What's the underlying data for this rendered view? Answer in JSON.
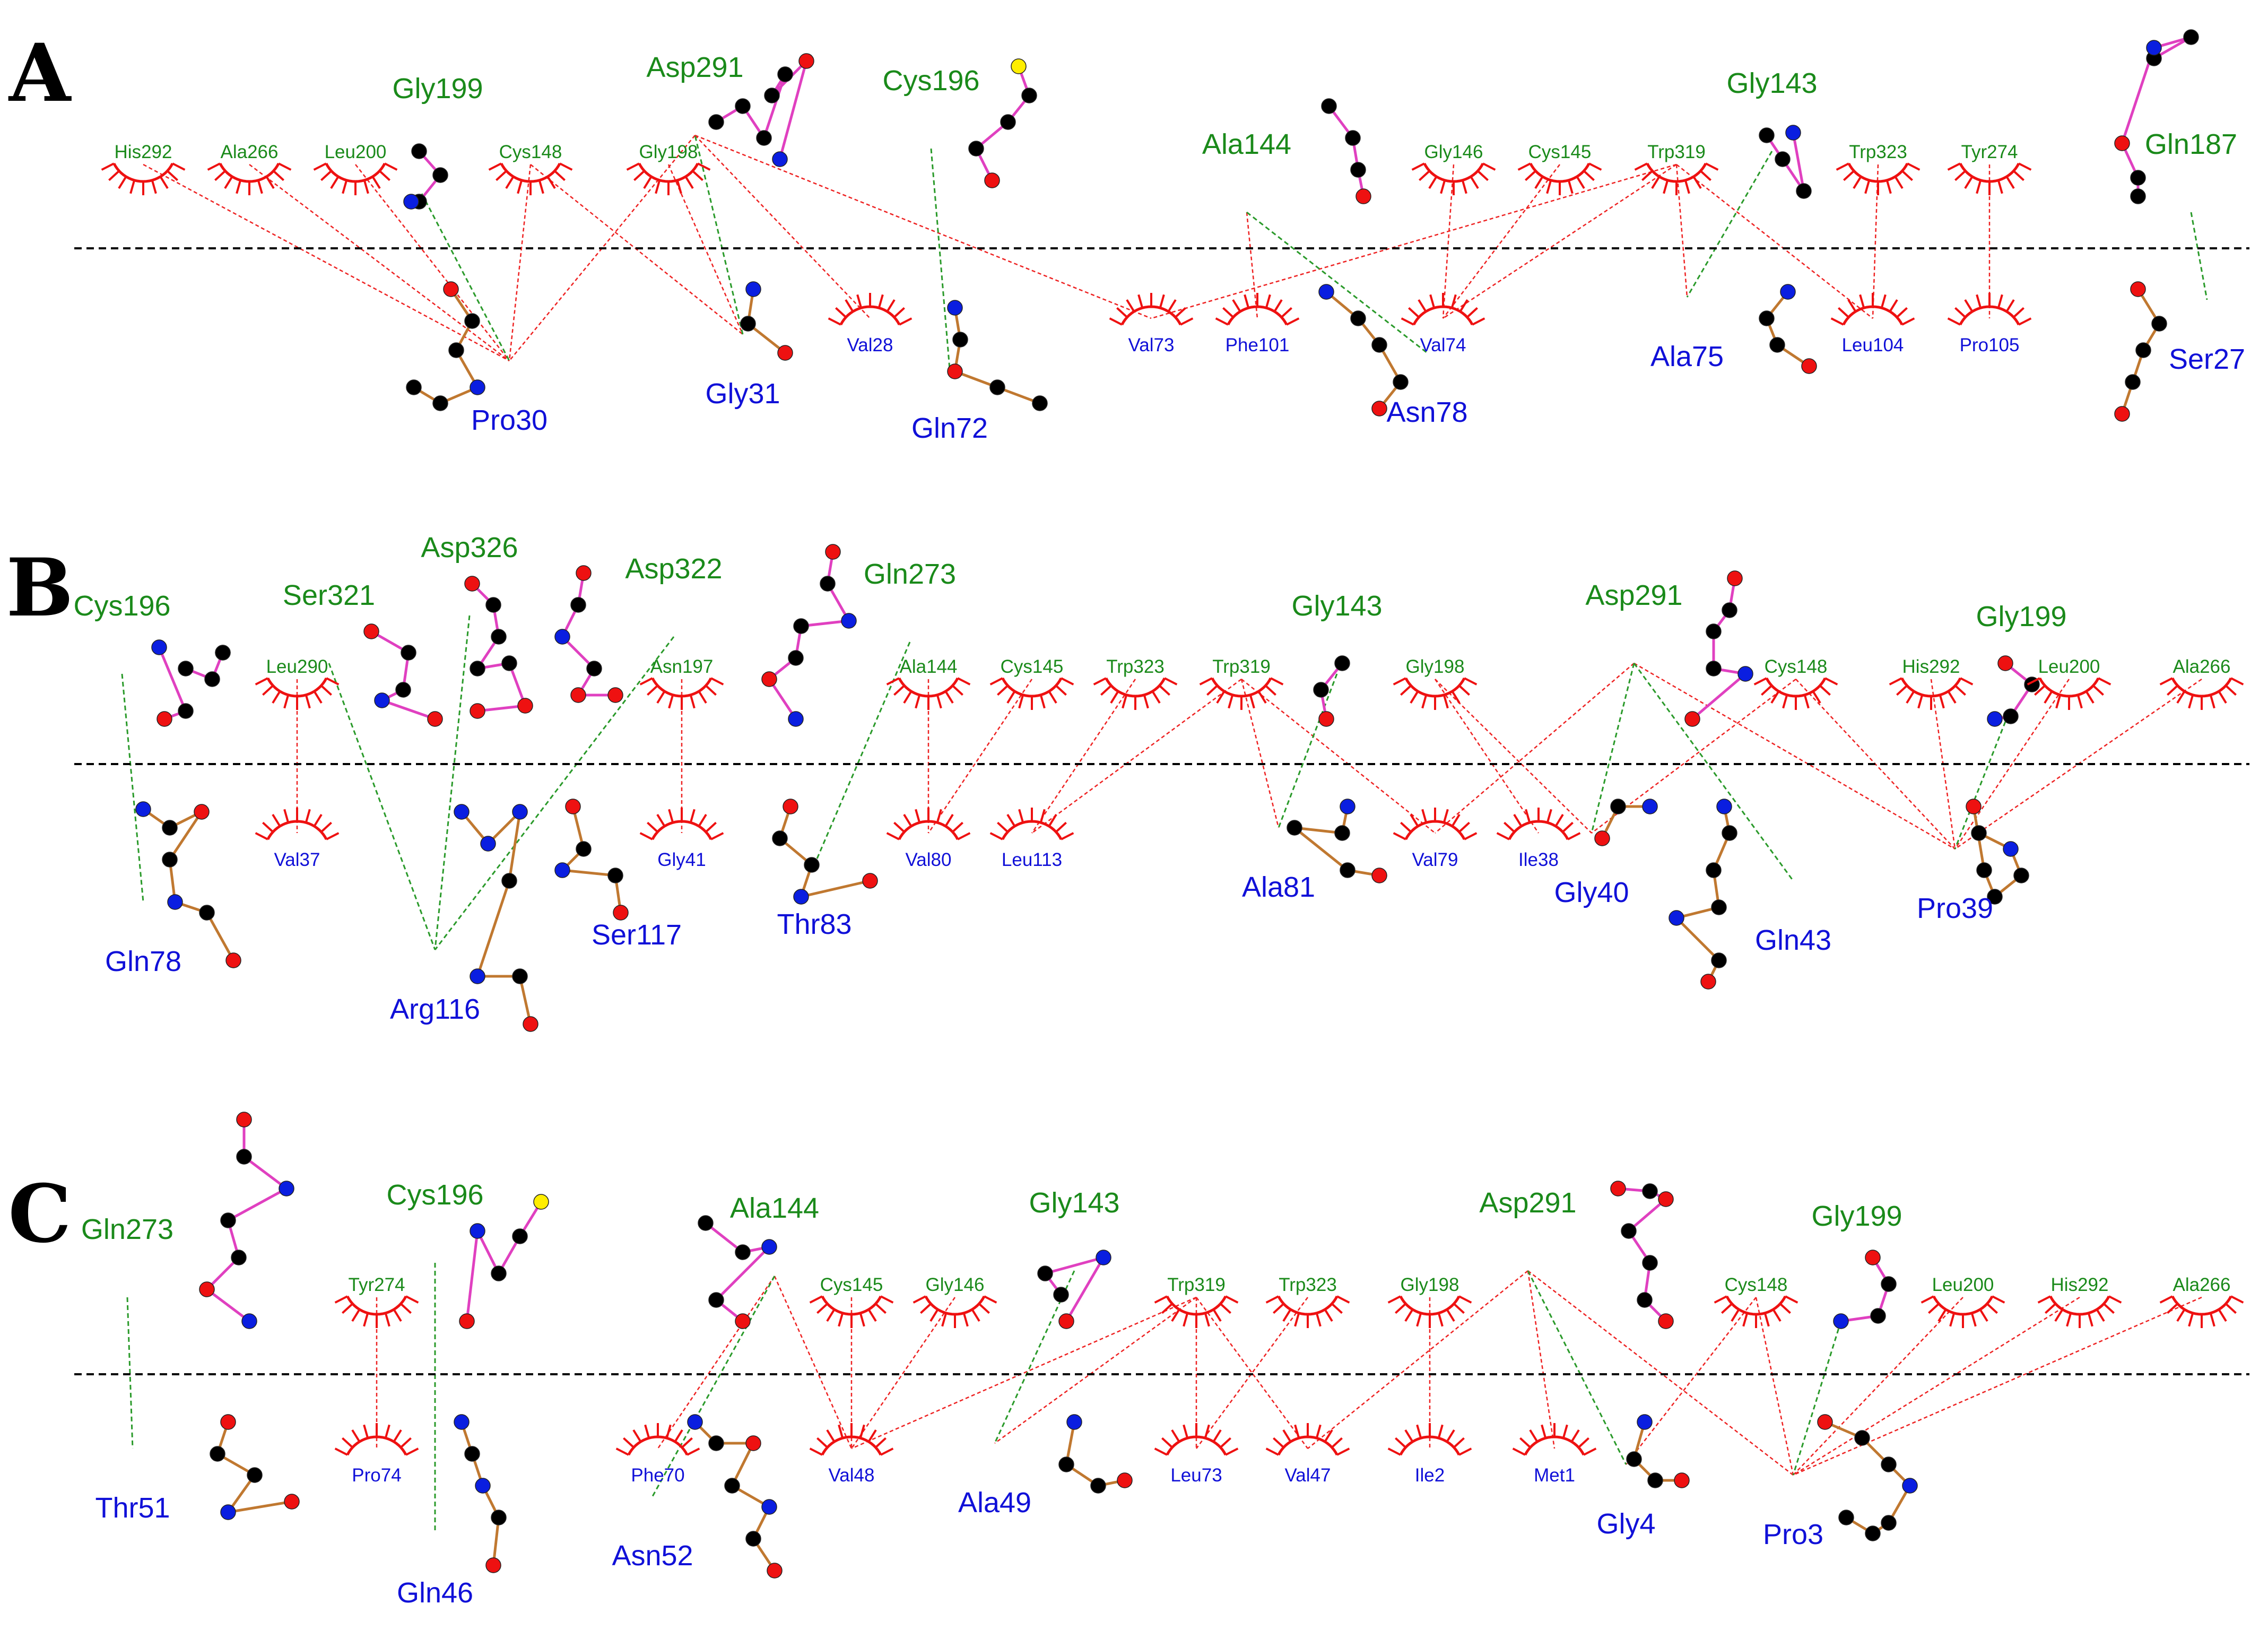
{
  "panels": [
    {
      "id": "A",
      "label": "A",
      "top_residues": [
        "Gly199",
        "Asp291",
        "Cys196",
        "Ala144",
        "Gly143",
        "Gln187"
      ],
      "top_hydrophobic": [
        "His292",
        "Ala266",
        "Leu200",
        "Cys148",
        "Gly198",
        "Gly146",
        "Cys145",
        "Trp319",
        "Trp323",
        "Tyr274"
      ],
      "bottom_residues": [
        "Pro30",
        "Gly31",
        "Gln72",
        "Asn78",
        "Ala75",
        "Ser27"
      ],
      "bottom_hydrophobic": [
        "Val28",
        "Val73",
        "Phe101",
        "Val74",
        "Leu104",
        "Pro105"
      ]
    },
    {
      "id": "B",
      "label": "B",
      "top_residues": [
        "Cys196",
        "Ser321",
        "Asp326",
        "Asp322",
        "Gln273",
        "Gly143",
        "Asp291",
        "Gly199"
      ],
      "top_hydrophobic": [
        "Leu290",
        "Asn197",
        "Ala144",
        "Cys145",
        "Trp323",
        "Trp319",
        "Gly198",
        "Cys148",
        "His292",
        "Leu200",
        "Ala266"
      ],
      "bottom_residues": [
        "Gln78",
        "Arg116",
        "Ser117",
        "Thr83",
        "Ala81",
        "Gly40",
        "Gln43",
        "Pro39"
      ],
      "bottom_hydrophobic": [
        "Val37",
        "Gly41",
        "Val80",
        "Leu113",
        "Val79",
        "Ile38"
      ]
    },
    {
      "id": "C",
      "label": "C",
      "top_residues": [
        "Gln273",
        "Cys196",
        "Ala144",
        "Gly143",
        "Asp291",
        "Gly199"
      ],
      "top_hydrophobic": [
        "Tyr274",
        "Cys145",
        "Gly146",
        "Trp319",
        "Trp323",
        "Gly198",
        "Cys148",
        "Leu200",
        "His292",
        "Ala266"
      ],
      "bottom_residues": [
        "Thr51",
        "Gln46",
        "Asn52",
        "Ala49",
        "Gly4",
        "Pro3"
      ],
      "bottom_hydrophobic": [
        "Pro74",
        "Phe70",
        "Val48",
        "Leu73",
        "Val47",
        "Ile2",
        "Met1"
      ]
    }
  ],
  "colors": {
    "carbon": "#000000",
    "nitrogen": "#0a1ee0",
    "oxygen": "#ee1111",
    "sulfur": "#ffee00",
    "halogen": "#22ee22",
    "ligand_bond": "#e040c0",
    "receptor_bond": "#c07830",
    "hydrogen_bond": "#2a9a2a",
    "hydrophobic_contact": "#ee2222",
    "top_label": "#1a8a1a",
    "bottom_label": "#1010d8"
  }
}
